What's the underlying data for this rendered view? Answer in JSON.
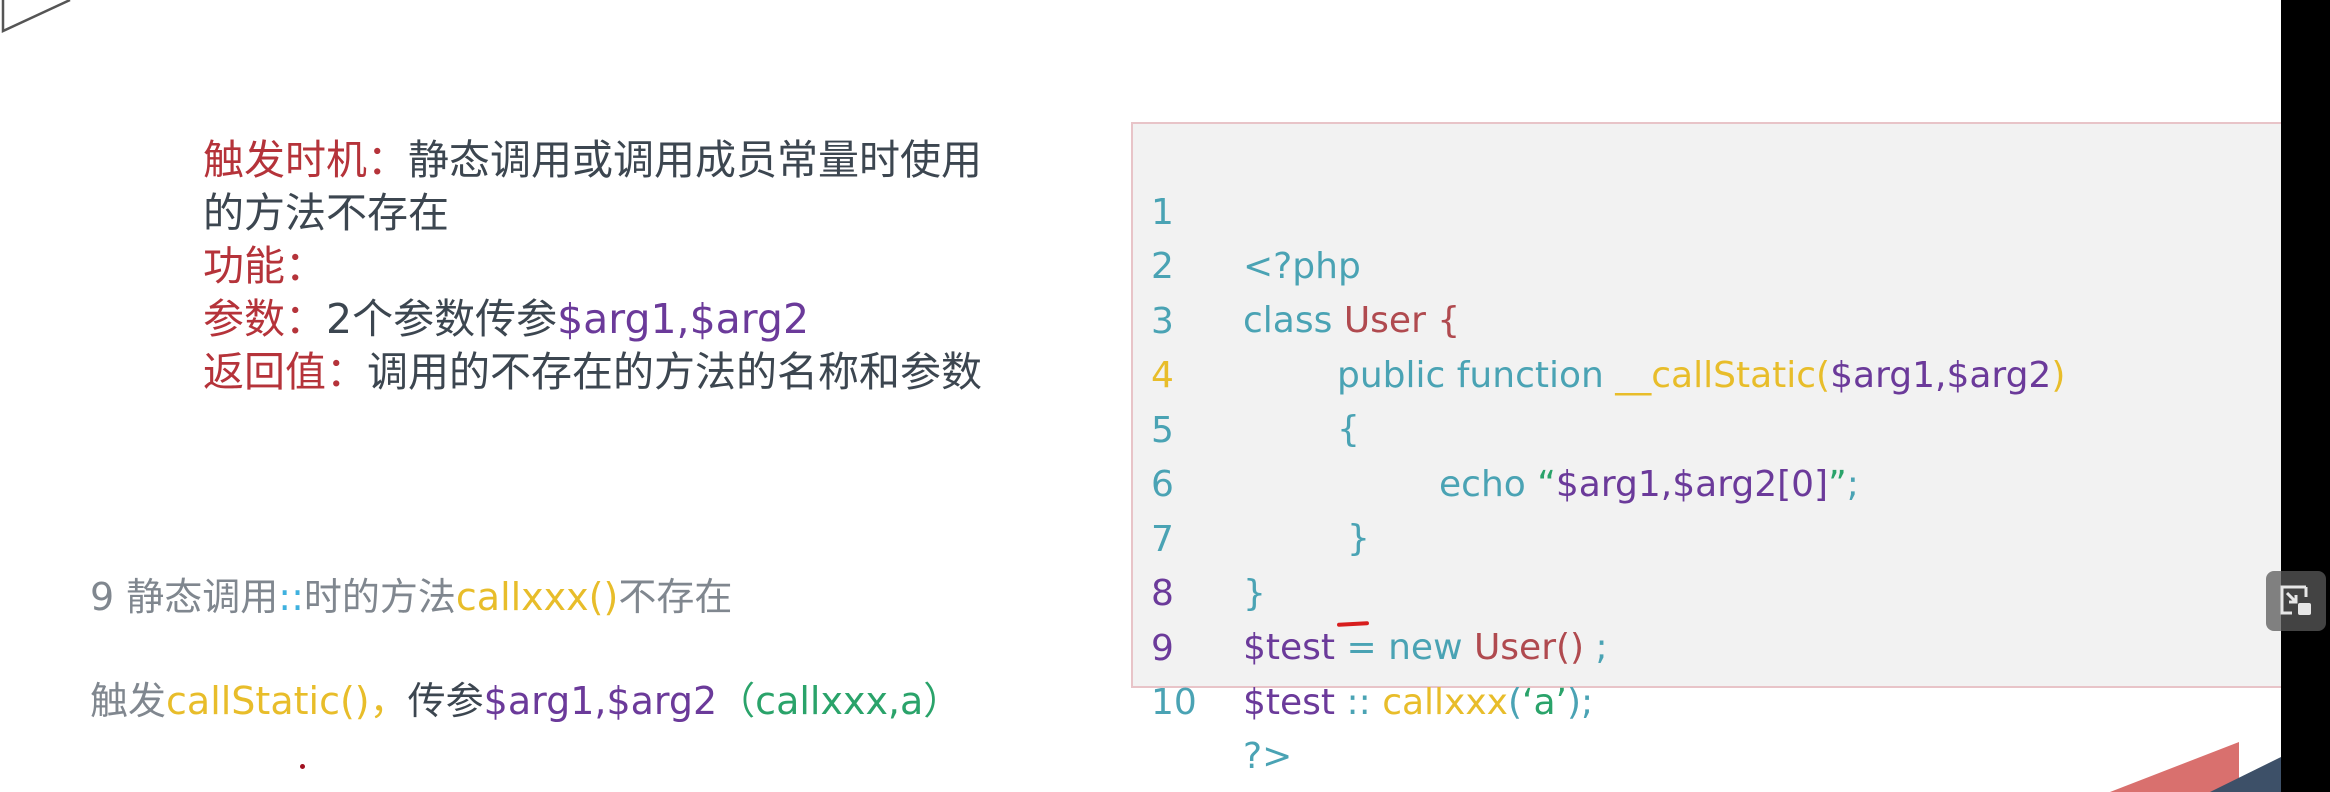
{
  "slide": {
    "info": {
      "trigger_label": "触发时机：",
      "trigger_text_1": "静态调用或调用成员常量时使用",
      "trigger_text_2": "的方法不存在",
      "function_label": "功能：",
      "params_label": "参数：",
      "params_text": "2个参数传参",
      "params_vars": "$arg1,$arg2",
      "return_label": "返回值：",
      "return_text": "调用的不存在的方法的名称和参数"
    },
    "code": {
      "lines": [
        {
          "n": "1",
          "tokens": [
            "<?php"
          ]
        },
        {
          "n": "2",
          "tokens": [
            "class ",
            "User {"
          ]
        },
        {
          "n": "3",
          "tokens": [
            "public function ",
            "__callStatic(",
            "$arg1,$arg2",
            ")"
          ]
        },
        {
          "n": "4",
          "tokens": [
            "{"
          ]
        },
        {
          "n": "5",
          "tokens": [
            "echo ",
            "“",
            "$arg1,$arg2[0]",
            "”",
            ";"
          ]
        },
        {
          "n": "6",
          "tokens": [
            "}"
          ]
        },
        {
          "n": "7",
          "tokens": [
            "}"
          ]
        },
        {
          "n": "8",
          "tokens": [
            "$test",
            " = new ",
            "User()",
            " ;"
          ]
        },
        {
          "n": "9",
          "tokens": [
            "$test ",
            "::",
            " callxxx",
            "(",
            "‘a’",
            ");"
          ]
        },
        {
          "n": "10",
          "tokens": [
            "?>"
          ]
        }
      ]
    },
    "notes": {
      "note1_prefix": "9 静态调用",
      "note1_op": "::",
      "note1_mid": "时的方法",
      "note1_method": "callxxx()",
      "note1_suffix": "不存在",
      "note2_prefix": "触发",
      "note2_method": "callStatic()",
      "note2_comma": "，",
      "note2_mid": "传参",
      "note2_vars": "$arg1,$arg2",
      "note2_values": "（callxxx,a）"
    }
  },
  "player": {
    "mini_player_icon": "picture-in-picture-exit-icon"
  }
}
